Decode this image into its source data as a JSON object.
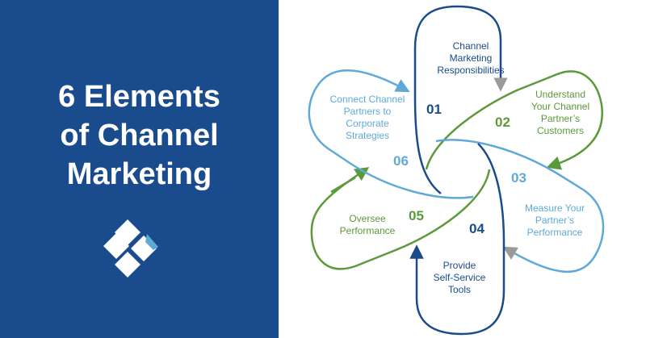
{
  "title_lines": [
    "6 Elements",
    "of Channel",
    "Marketing"
  ],
  "colors": {
    "panel_background": "#1a4b8c",
    "dark_blue": "#1a4b8c",
    "green": "#5b9a3a",
    "light_blue": "#5fa9d9",
    "logo_accent": "#5fa9d9"
  },
  "logo": {
    "icon": "diamond-grid-logo-icon"
  },
  "elements": [
    {
      "number": "01",
      "lines": [
        "Channel",
        "Marketing",
        "Responsibilities"
      ],
      "color": "dark_blue"
    },
    {
      "number": "02",
      "lines": [
        "Understand",
        "Your Channel",
        "Partner’s",
        "Customers"
      ],
      "color": "green"
    },
    {
      "number": "03",
      "lines": [
        "Measure Your",
        "Partner’s",
        "Performance"
      ],
      "color": "light_blue"
    },
    {
      "number": "04",
      "lines": [
        "Provide",
        "Self-Service",
        "Tools"
      ],
      "color": "dark_blue"
    },
    {
      "number": "05",
      "lines": [
        "Oversee",
        "Performance"
      ],
      "color": "green"
    },
    {
      "number": "06",
      "lines": [
        "Connect Channel",
        "Partners to",
        "Corporate",
        "Strategies"
      ],
      "color": "light_blue"
    }
  ]
}
